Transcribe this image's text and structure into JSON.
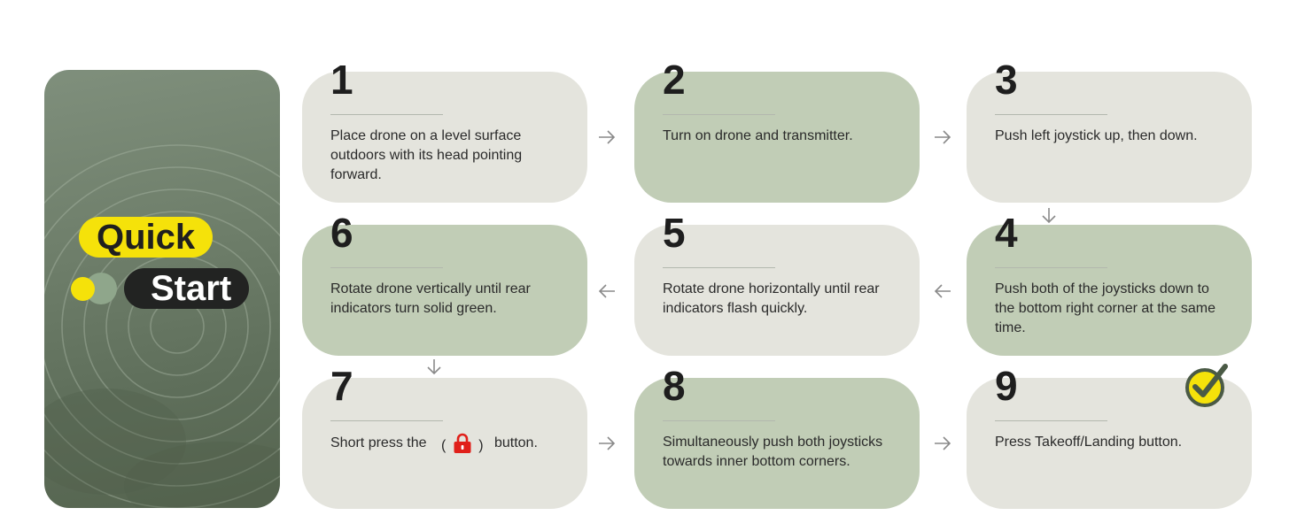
{
  "hero": {
    "line1": "Quick",
    "line2": "Start"
  },
  "steps": [
    {
      "number": "1",
      "text": "Place drone on a level surface outdoors with its head pointing forward."
    },
    {
      "number": "2",
      "text": "Turn on drone and transmitter."
    },
    {
      "number": "3",
      "text": "Push left joystick up, then down."
    },
    {
      "number": "4",
      "text": "Push both of the joysticks down to the bottom right corner at the same time."
    },
    {
      "number": "5",
      "text": "Rotate drone horizontally until rear indicators flash quickly."
    },
    {
      "number": "6",
      "text": "Rotate drone vertically until rear indicators turn solid green."
    },
    {
      "number": "7",
      "text_before": "Short press the",
      "paren_open": "(",
      "paren_close": ")",
      "text_after": "button."
    },
    {
      "number": "8",
      "text": "Simultaneously push both joysticks towards inner bottom corners."
    },
    {
      "number": "9",
      "text": "Press Takeoff/Landing button."
    }
  ],
  "icons": {
    "lock": "lock-icon",
    "check": "check-badge-icon",
    "arrow": "arrow-icon"
  },
  "colors": {
    "yellow": "#f5e20a",
    "card_light": "#e4e4dd",
    "card_green": "#c1cdb6",
    "hero_green": "#6e7e6a",
    "lock_red": "#e0201a"
  }
}
